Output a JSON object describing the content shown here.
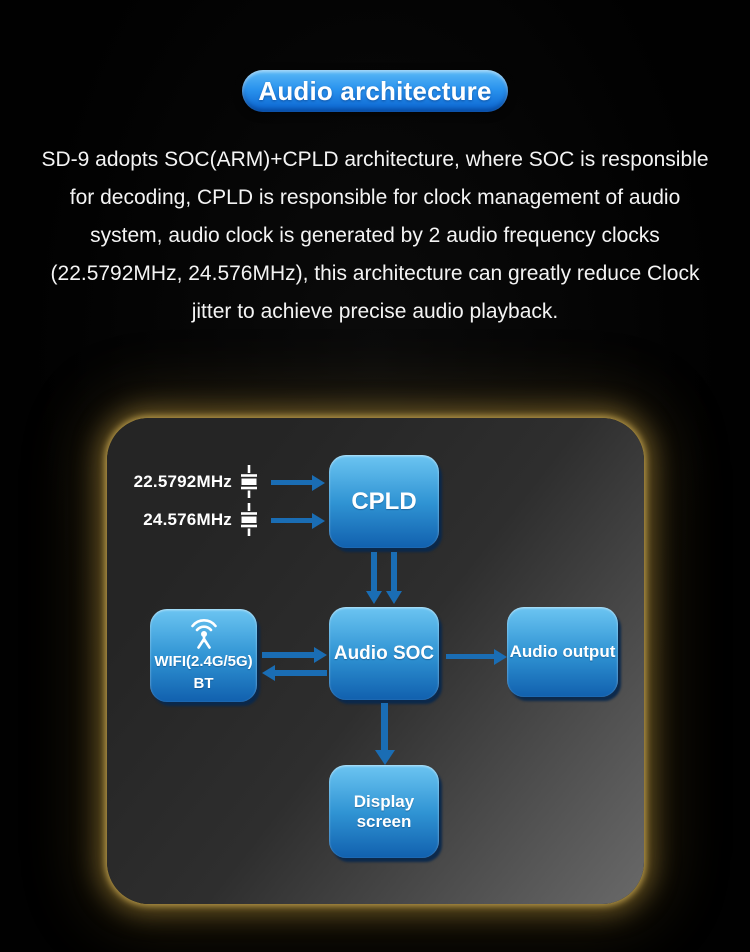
{
  "header": {
    "title": "Audio architecture"
  },
  "intro": {
    "text": "SD-9 adopts SOC(ARM)+CPLD architecture, where SOC is responsible for decoding, CPLD is responsible for clock management of audio system, audio clock is generated by 2 audio frequency clocks (22.5792MHz, 24.576MHz), this architecture can greatly reduce Clock jitter to achieve precise audio playback.",
    "lines": [
      "SD-9 adopts SOC(ARM)+CPLD architecture, where SOC is responsible",
      "for decoding, CPLD is responsible for clock management of audio",
      "system, audio clock is generated by 2 audio frequency clocks",
      "(22.5792MHz, 24.576MHz), this architecture can greatly reduce Clock",
      "jitter to achieve precise audio playback."
    ]
  },
  "diagram": {
    "clock_sources": [
      {
        "label": "22.5792MHz",
        "icon": "crystal-oscillator-icon"
      },
      {
        "label": "24.576MHz",
        "icon": "crystal-oscillator-icon"
      }
    ],
    "blocks": {
      "cpld": {
        "label": "CPLD"
      },
      "wifi": {
        "label_line1": "WIFI(2.4G/5G)",
        "label_line2": "BT",
        "icon": "antenna-icon"
      },
      "audio_soc": {
        "label": "Audio SOC"
      },
      "audio_output": {
        "label": "Audio output"
      },
      "display_screen": {
        "label": "Display screen"
      }
    },
    "connections": [
      {
        "from": "clock-22.5792MHz",
        "to": "cpld",
        "direction": "right"
      },
      {
        "from": "clock-24.576MHz",
        "to": "cpld",
        "direction": "right"
      },
      {
        "from": "cpld",
        "to": "audio_soc",
        "direction": "down",
        "style": "double-line"
      },
      {
        "from": "wifi",
        "to": "audio_soc",
        "direction": "bidirectional"
      },
      {
        "from": "audio_soc",
        "to": "audio_output",
        "direction": "right"
      },
      {
        "from": "audio_soc",
        "to": "display_screen",
        "direction": "down"
      }
    ],
    "colors": {
      "arrow": "#1a6db4",
      "block_gradient_top": "#6cc5f2",
      "block_gradient_bottom": "#1160ae",
      "block_shadow": "#092a4f",
      "panel_glow": "#a9883c",
      "panel_bg_dark": "#252525",
      "panel_bg_light": "#696969",
      "pill_gradient_top": "#5cbaf6",
      "pill_gradient_bottom": "#0a63cf",
      "text": "#f4f4f4"
    }
  }
}
